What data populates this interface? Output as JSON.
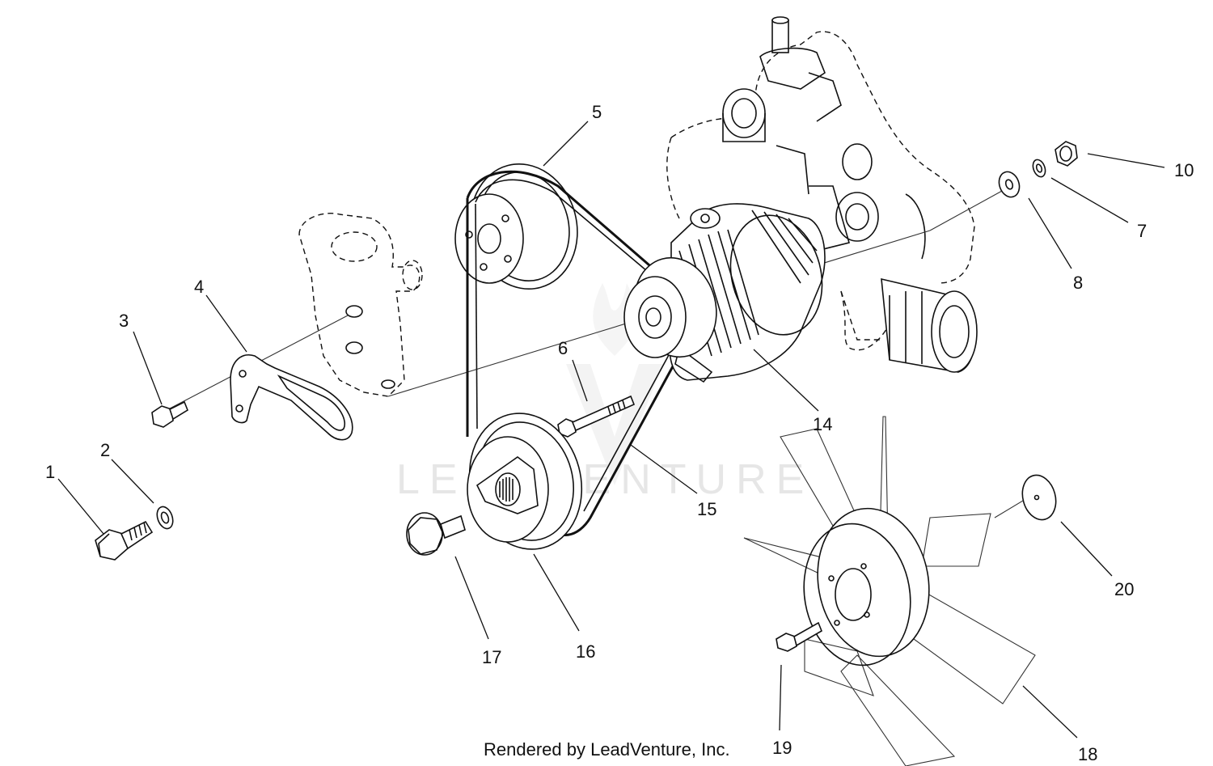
{
  "credit": "Rendered by LeadVenture, Inc.",
  "watermark": "LEADVENTURE",
  "callouts": [
    "1",
    "2",
    "3",
    "4",
    "5",
    "6",
    "7",
    "8",
    "10",
    "14",
    "15",
    "16",
    "17",
    "18",
    "19",
    "20"
  ]
}
